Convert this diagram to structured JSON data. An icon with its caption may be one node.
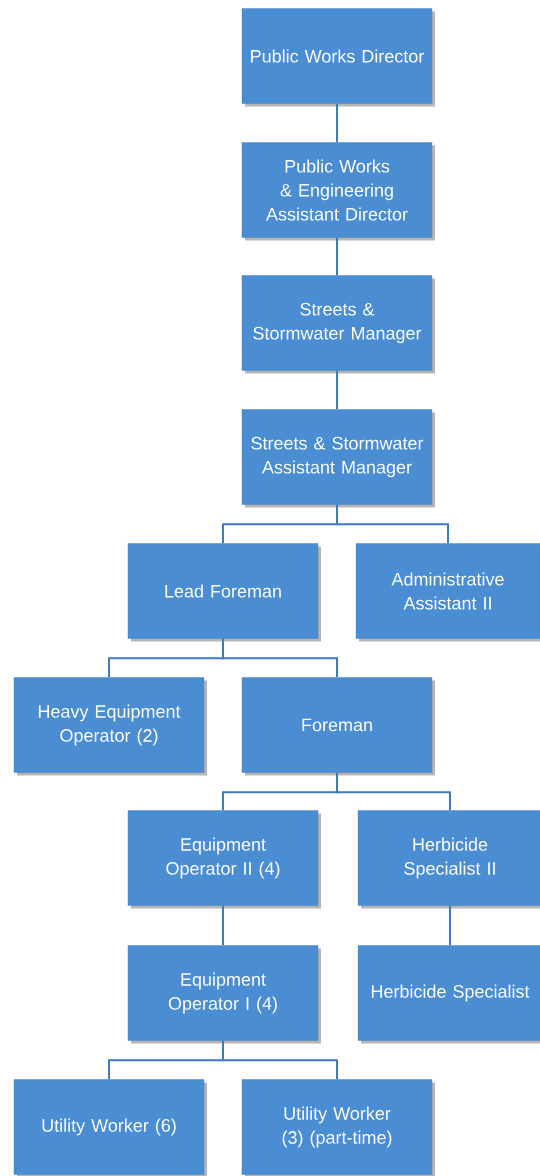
{
  "diagram": {
    "nodes": [
      {
        "text": [
          "Public Works Director"
        ]
      },
      {
        "text": [
          "Public Works & Engineering Assistant Director"
        ]
      },
      {
        "text": [
          "Streets & Stormwater Manager"
        ]
      },
      {
        "text": [
          "Streets & Stormwater Assistant Manager"
        ]
      },
      {
        "text": [
          "Lead Foreman"
        ]
      },
      {
        "text": [
          "Administrative Assistant II"
        ]
      },
      {
        "text": [
          "Heavy Equipment Operator (2)"
        ]
      },
      {
        "text": [
          "Foreman"
        ]
      },
      {
        "text": [
          "Equipment Operator II (4)"
        ]
      },
      {
        "text": [
          "Herbicide Specialist II"
        ]
      },
      {
        "text": [
          "Equipment Operator I (4)"
        ]
      },
      {
        "text": [
          "Herbicide Specialist"
        ]
      },
      {
        "text": [
          "Utility Worker (6)"
        ]
      },
      {
        "text": [
          "Utility Worker (3) (part-time)"
        ]
      }
    ],
    "edges": [
      {
        "from": 0,
        "to": 1,
        "arrow": "none"
      },
      {
        "from": 1,
        "to": 2,
        "arrow": "none"
      },
      {
        "from": 2,
        "to": 3,
        "arrow": "none"
      },
      {
        "from": 3,
        "to": 4,
        "arrow": "none"
      },
      {
        "from": 3,
        "to": 5,
        "arrow": "none"
      },
      {
        "from": 4,
        "to": 6,
        "arrow": "none"
      },
      {
        "from": 4,
        "to": 7,
        "arrow": "none"
      },
      {
        "from": 7,
        "to": 8,
        "arrow": "none"
      },
      {
        "from": 7,
        "to": 9,
        "arrow": "none"
      },
      {
        "from": 8,
        "to": 10,
        "arrow": "none"
      },
      {
        "from": 9,
        "to": 11,
        "arrow": "none"
      },
      {
        "from": 10,
        "to": 12,
        "arrow": "none"
      },
      {
        "from": 10,
        "to": 13,
        "arrow": "none"
      }
    ]
  }
}
